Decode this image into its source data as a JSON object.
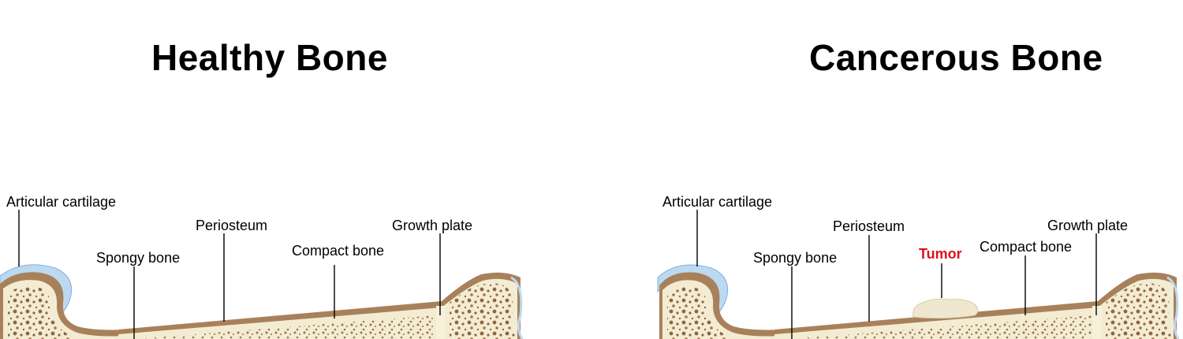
{
  "healthy": {
    "title": "Healthy Bone",
    "labels": {
      "articular_cartilage": "Articular cartilage",
      "periosteum": "Periosteum",
      "spongy_bone": "Spongy bone",
      "compact_bone": "Compact bone",
      "growth_plate": "Growth plate"
    }
  },
  "cancerous": {
    "title": "Cancerous Bone",
    "labels": {
      "articular_cartilage": "Articular cartilage",
      "periosteum": "Periosteum",
      "spongy_bone": "Spongy bone",
      "tumor": "Tumor",
      "compact_bone": "Compact bone",
      "growth_plate": "Growth plate"
    }
  },
  "colors": {
    "cartilage": "#bcd9f2",
    "periosteum": "#a8815a",
    "compact_bone": "#f4ecd2",
    "marrow": "#e9dcb4",
    "pores": "#8a6742",
    "tumor": "#efe7cf",
    "tumor_label": "#d7141d"
  }
}
